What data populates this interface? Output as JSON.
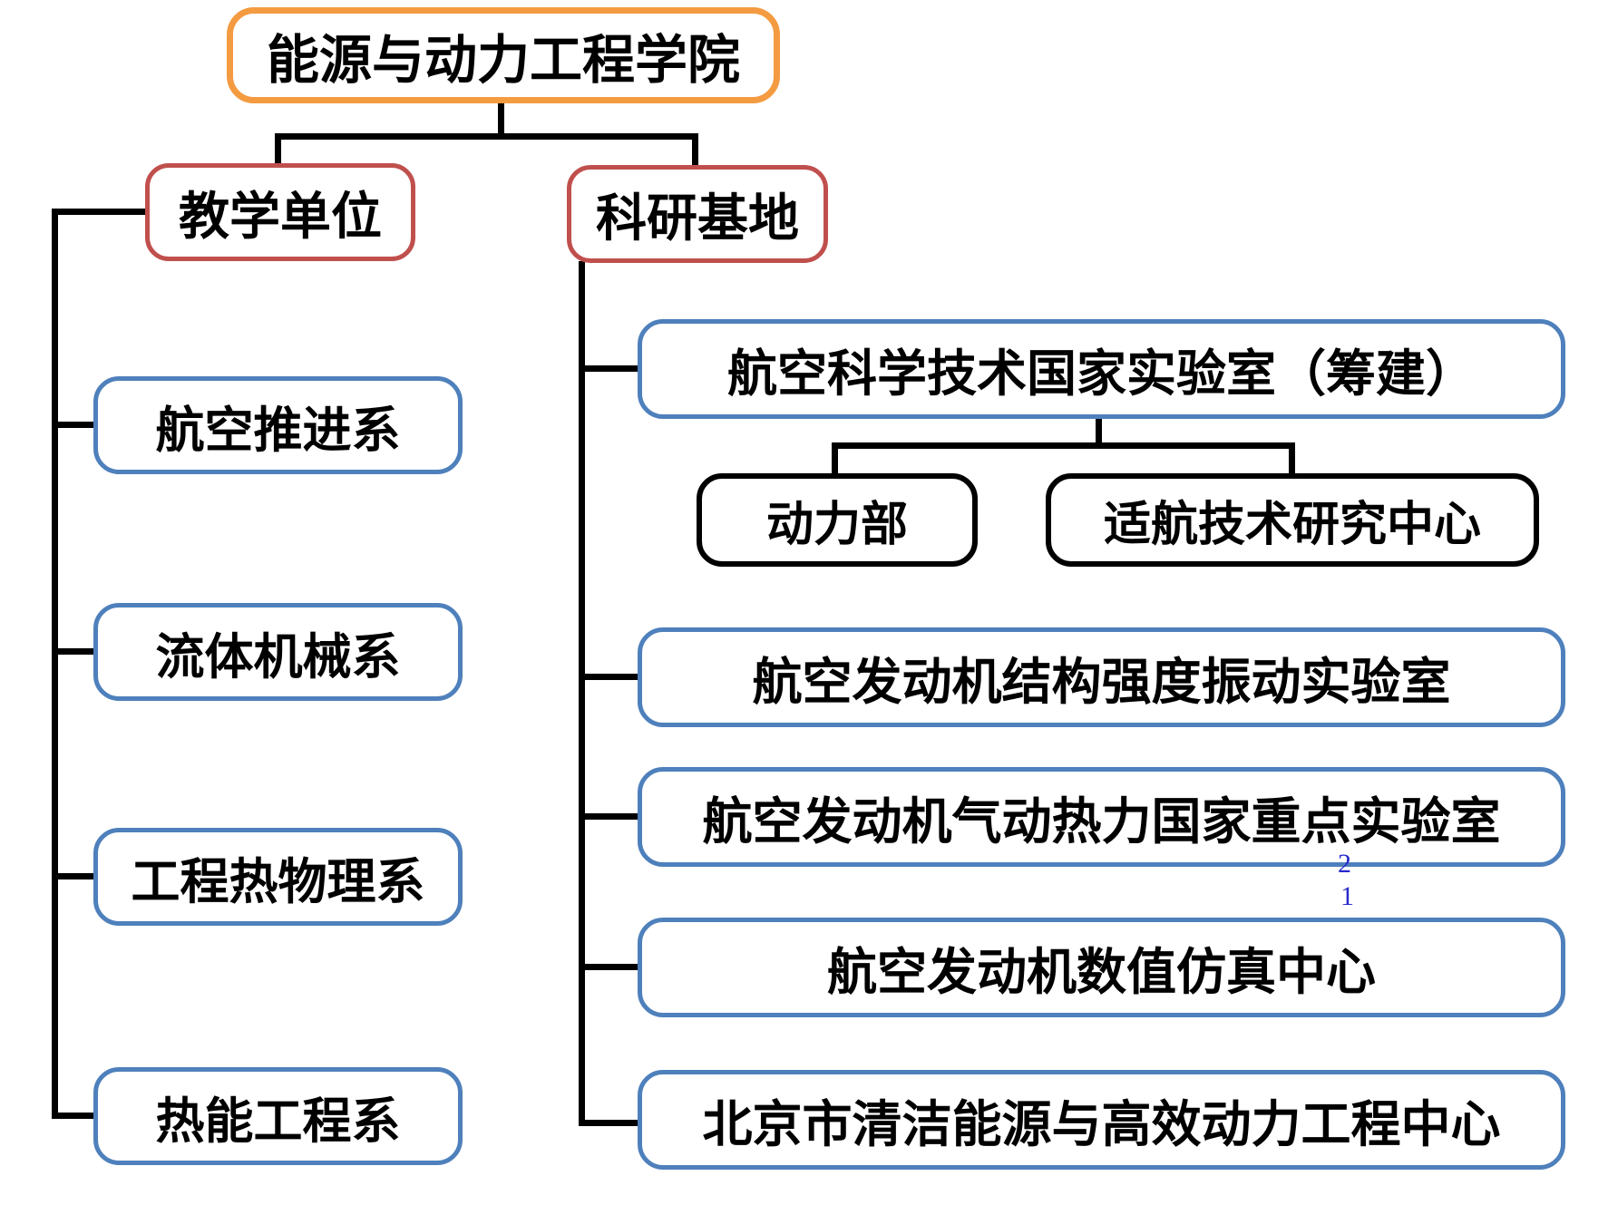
{
  "diagram": {
    "root": {
      "label": "能源与动力工程学院"
    },
    "teaching": {
      "label": "教学单位",
      "children": [
        {
          "label": "航空推进系"
        },
        {
          "label": "流体机械系"
        },
        {
          "label": "工程热物理系"
        },
        {
          "label": "热能工程系"
        }
      ]
    },
    "research": {
      "label": "科研基地",
      "children": [
        {
          "label": "航空科学技术国家实验室（筹建）",
          "children": [
            {
              "label": "动力部"
            },
            {
              "label": "适航技术研究中心"
            }
          ]
        },
        {
          "label": "航空发动机结构强度振动实验室"
        },
        {
          "label": "航空发动机气动热力国家重点实验室"
        },
        {
          "label": "航空发动机数值仿真中心"
        },
        {
          "label": "北京市清洁能源与高效动力工程中心"
        }
      ]
    },
    "artifacts": {
      "page_numbers": [
        "2",
        "1"
      ]
    },
    "colors": {
      "root_border": "#F49B42",
      "level2_border": "#C0504D",
      "leaf_border": "#4E80BC",
      "sub_border": "#000000",
      "connector": "#000000",
      "artifact_text": "#2929CC",
      "text": "#000000",
      "background": "#FFFFFF"
    }
  }
}
